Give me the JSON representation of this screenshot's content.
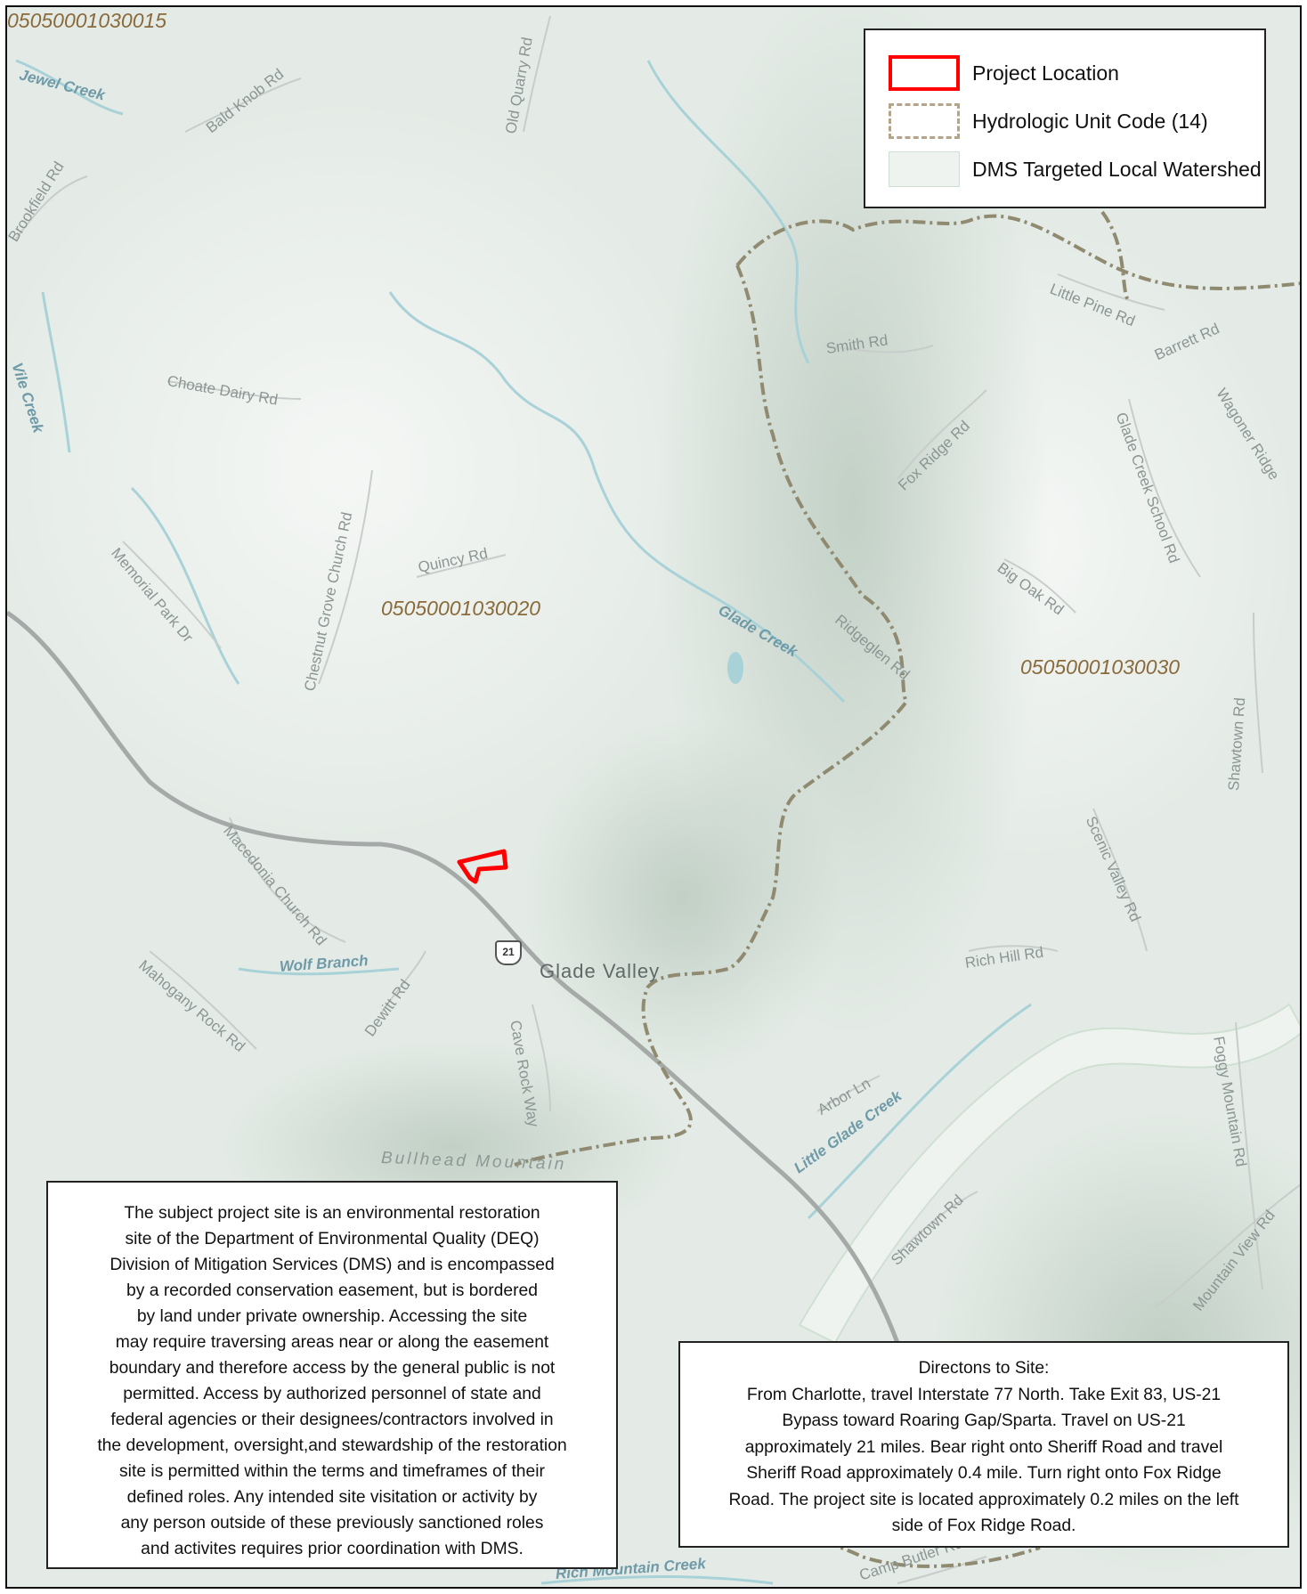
{
  "legend": {
    "items": [
      {
        "label": "Project Location",
        "color": "#ff0000"
      },
      {
        "label": "Hydrologic Unit Code (14)",
        "color": "#b4a48a"
      },
      {
        "label": "DMS Targeted Local Watershed",
        "color": "#eef3ef"
      }
    ]
  },
  "huc_labels": [
    "05050001030015",
    "05050001030020",
    "05050001030030"
  ],
  "place_label": "Glade Valley",
  "route_shield": "21",
  "road_labels": {
    "bald_knob": "Bald Knob Rd",
    "brookfield": "Brookfield Rd",
    "old_quarry": "Old Quarry Rd",
    "choate_dairy": "Choate Dairy Rd",
    "memorial_park": "Memorial Park Dr",
    "chestnut_grove": "Chestnut Grove Church Rd",
    "quincy": "Quincy Rd",
    "smith": "Smith Rd",
    "little_pine": "Little Pine Rd",
    "barrett": "Barrett Rd",
    "wagoner": "Wagoner Ridge",
    "fox_ridge": "Fox Ridge Rd",
    "glade_creek_school": "Glade Creek School Rd",
    "big_oak": "Big Oak Rd",
    "ridgeglen": "Ridgeglen Rd",
    "shawtown": "Shawtown Rd",
    "scenic_valley": "Scenic Valley Rd",
    "macedonia": "Macedonia Church Rd",
    "mahogany": "Mahogany Rock Rd",
    "dewitt": "Dewitt Rd",
    "cave_rock": "Cave Rock Way",
    "rich_hill": "Rich Hill Rd",
    "foggy_mountain": "Foggy Mountain Rd",
    "arbor": "Arbor Ln",
    "shawtown2": "Shawtown Rd",
    "mountain_view": "Mountain View Rd",
    "camp_butler": "Camp Butler Rd"
  },
  "water_labels": {
    "jewel_creek": "Jewel Creek",
    "vile_creek": "Vile Creek",
    "glade_creek": "Glade Creek",
    "wolf_branch": "Wolf Branch",
    "little_glade_creek": "Little Glade Creek",
    "rich_mountain_creek": "Rich Mountain Creek"
  },
  "mountain_label": "Bullhead Mountain",
  "notice_lines": [
    "The subject project site is an environmental restoration",
    "site of the Department of Environmental Quality (DEQ)",
    "Division of Mitigation Services (DMS) and is encompassed",
    "by a recorded conservation easement, but is bordered",
    "by land under private ownership. Accessing the site",
    "may require traversing areas near or along the easement",
    "boundary and therefore access by the general public is not",
    "permitted. Access by authorized personnel of state and",
    "federal agencies or their designees/contractors involved in",
    "the development, oversight,and stewardship of the restoration",
    "site is permitted within the terms and timeframes of their",
    "defined roles. Any intended site visitation or activity by",
    "any person outside of these previously sanctioned roles",
    "and activites requires prior coordination with DMS."
  ],
  "directions_lines": [
    "Directons to Site:",
    "From Charlotte, travel Interstate 77 North. Take Exit 83, US-21",
    "Bypass toward Roaring Gap/Sparta. Travel on US-21",
    "approximately 21 miles. Bear right onto Sheriff Road and travel",
    "Sheriff Road approximately 0.4 mile. Turn right onto Fox Ridge",
    "Road.  The project site is located approximately 0.2 miles on the left",
    "side of Fox Ridge Road."
  ]
}
